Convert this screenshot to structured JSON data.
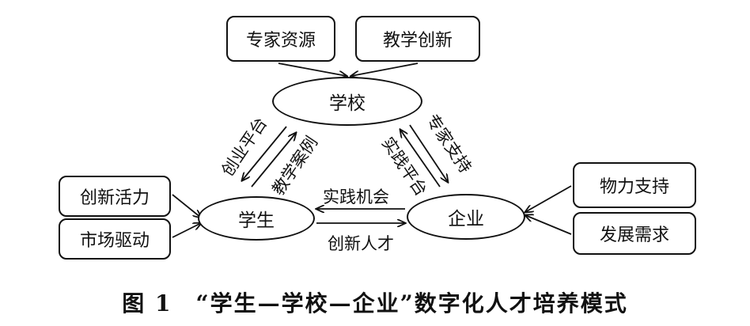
{
  "nodes": {
    "school": "学校",
    "student": "学生",
    "enterprise": "企业"
  },
  "inputs": {
    "expert_resources": "专家资源",
    "teaching_innovation": "教学创新",
    "innovation_vitality": "创新活力",
    "market_driven": "市场驱动",
    "material_support": "物力支持",
    "development_needs": "发展需求"
  },
  "edges": {
    "startup_platform": "创业平台",
    "teaching_cases": "教学案例",
    "expert_support": "专家支持",
    "practice_platform": "实践平台",
    "practice_opportunity": "实践机会",
    "innovative_talent": "创新人才"
  },
  "caption": "图 1　“学生—学校—企业”数字化人才培养模式"
}
